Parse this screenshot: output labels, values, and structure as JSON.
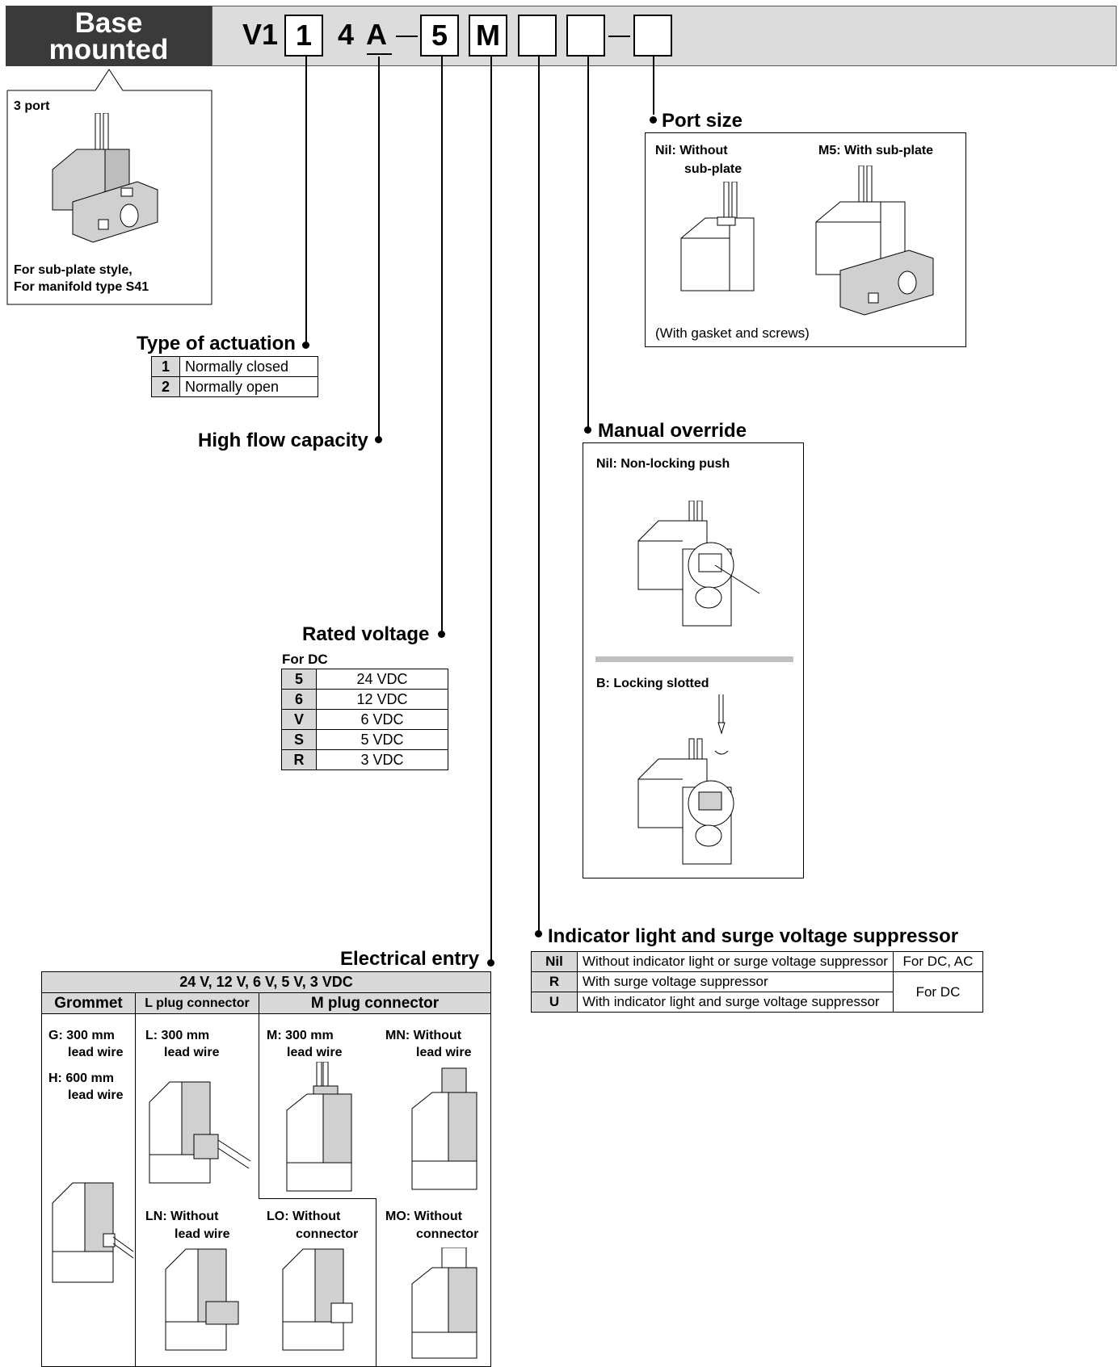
{
  "header": {
    "title_line1": "Base",
    "title_line2": "mounted",
    "code_prefix": "V1",
    "code_box1": "1",
    "code_mid": "4",
    "code_a": "A",
    "code_box2": "5",
    "code_box3": "M",
    "code_box4": "",
    "code_box5": "",
    "code_box6": ""
  },
  "base_box": {
    "label": "3 port",
    "note_line1": "For sub-plate style,",
    "note_line2": "For manifold type S41"
  },
  "type_of_actuation": {
    "title": "Type of actuation",
    "rows": [
      {
        "code": "1",
        "desc": "Normally closed"
      },
      {
        "code": "2",
        "desc": "Normally open"
      }
    ]
  },
  "high_flow": {
    "title": "High flow capacity"
  },
  "rated_voltage": {
    "title": "Rated voltage",
    "subtitle": "For DC",
    "rows": [
      {
        "code": "5",
        "value": "24 VDC"
      },
      {
        "code": "6",
        "value": "12 VDC"
      },
      {
        "code": "V",
        "value": "6 VDC"
      },
      {
        "code": "S",
        "value": "5 VDC"
      },
      {
        "code": "R",
        "value": "3 VDC"
      }
    ]
  },
  "port_size": {
    "title": "Port size",
    "nil_line1": "Nil: Without",
    "nil_line2": "sub-plate",
    "m5_label": "M5: With sub-plate",
    "note": "(With gasket and screws)"
  },
  "manual_override": {
    "title": "Manual override",
    "nil_label": "Nil: Non-locking push",
    "b_label": "B: Locking slotted"
  },
  "indicator": {
    "title": "Indicator light and surge voltage suppressor",
    "rows": [
      {
        "code": "Nil",
        "desc": "Without indicator light or surge voltage suppressor",
        "applies": "For DC, AC"
      },
      {
        "code": "R",
        "desc": "With surge voltage suppressor",
        "applies": "For DC"
      },
      {
        "code": "U",
        "desc": "With indicator light and surge voltage suppressor",
        "applies": ""
      }
    ]
  },
  "electrical_entry": {
    "title": "Electrical entry",
    "voltage_header": "24 V, 12 V, 6 V, 5 V, 3 VDC",
    "col_grommet": "Grommet",
    "col_l": "L plug connector",
    "col_m": "M plug connector",
    "g_code": "G: 300 mm",
    "g_sub": "lead wire",
    "h_code": "H: 600 mm",
    "h_sub": "lead wire",
    "l_code": "L: 300 mm",
    "l_sub": "lead wire",
    "m_code": "M: 300 mm",
    "m_sub": "lead wire",
    "mn_code": "MN: Without",
    "mn_sub": "lead wire",
    "ln_code": "LN: Without",
    "ln_sub": "lead wire",
    "lo_code": "LO: Without",
    "lo_sub": "connector",
    "mo_code": "MO: Without",
    "mo_sub": "connector"
  },
  "colors": {
    "header_dark": "#3a3a3a",
    "header_light": "#dcdcdc",
    "key_cell": "#d9d9d9",
    "valve_fill": "#d0d0d0"
  }
}
